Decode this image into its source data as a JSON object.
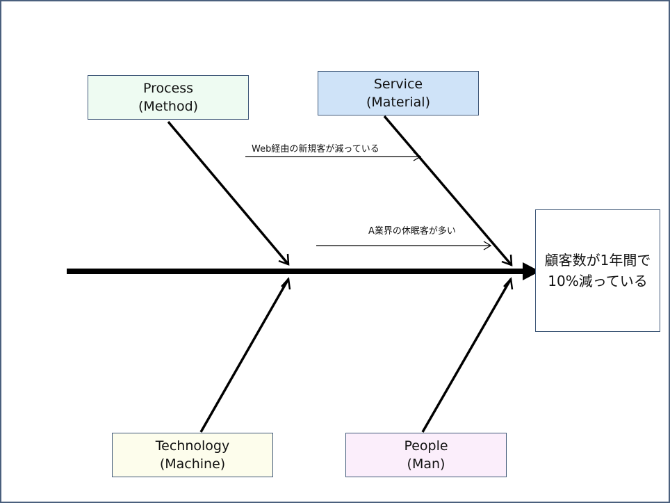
{
  "categories": {
    "process": {
      "line1": "Process",
      "line2": "(Method)"
    },
    "service": {
      "line1": "Service",
      "line2": "(Material)"
    },
    "technology": {
      "line1": "Technology",
      "line2": "(Machine)"
    },
    "people": {
      "line1": "People",
      "line2": "(Man)"
    }
  },
  "effect": {
    "line1": "顧客数が1年間で",
    "line2": "10%減っている"
  },
  "causes": [
    {
      "label": "Web経由の新規客が減っている",
      "category": "Service"
    },
    {
      "label": "A業界の休眠客が多い",
      "category": "Service"
    }
  ],
  "colors": {
    "process_fill": "#eefbf2",
    "service_fill": "#cfe3f8",
    "technology_fill": "#fdfdec",
    "people_fill": "#fbeefb",
    "box_border": "#3f5878",
    "arrow": "#000000"
  }
}
